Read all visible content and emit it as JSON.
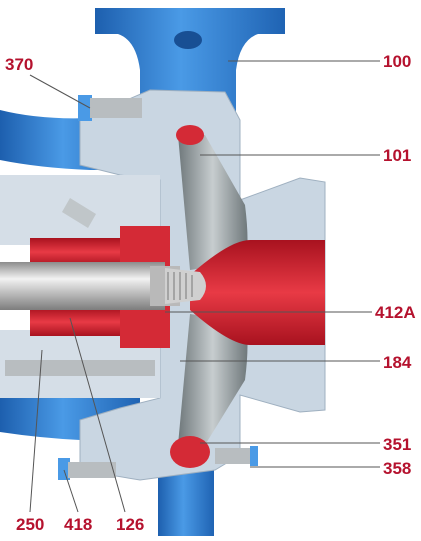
{
  "diagram": {
    "labels": {
      "l100": "100",
      "l101": "101",
      "l370": "370",
      "l412a": "412A",
      "l184": "184",
      "l351": "351",
      "l358": "358",
      "l250": "250",
      "l418": "418",
      "l126": "126"
    },
    "colors": {
      "casing": "#2f7fd0",
      "cover": "#c9d6e2",
      "impeller": "#9aa3a6",
      "red": "#d42a36",
      "shaft": "#c9c9c9",
      "label": "#b5122e",
      "leader": "#555555"
    }
  }
}
